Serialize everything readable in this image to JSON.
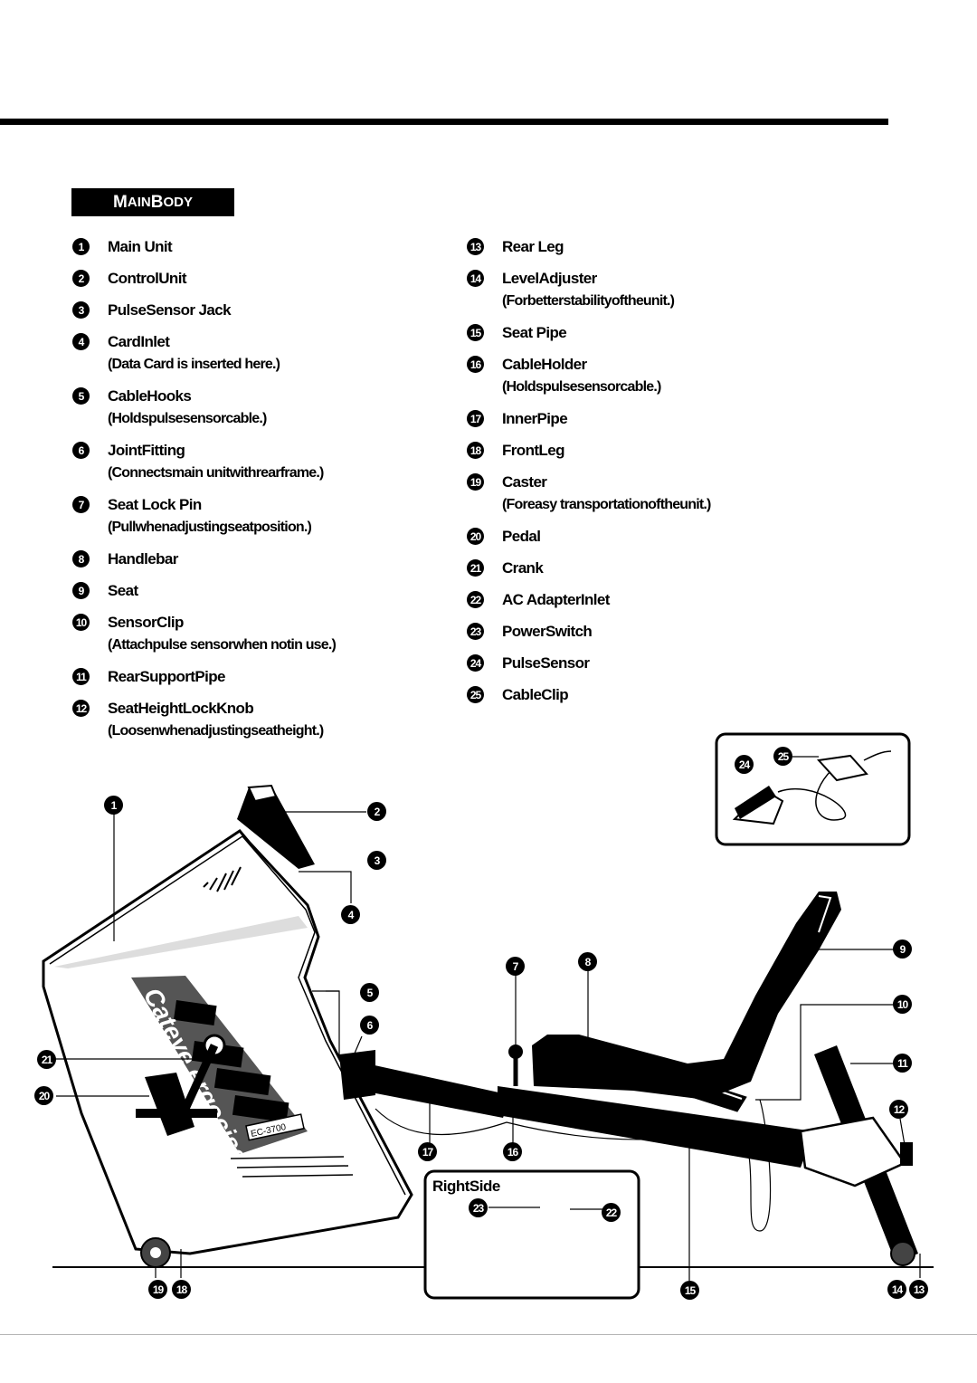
{
  "section_title_lead": "M",
  "section_title_rest": "AIN ",
  "section_title_lead2": "B",
  "section_title_rest2": "ODY",
  "left_items": [
    {
      "num": "1",
      "name": "Main Unit",
      "note": ""
    },
    {
      "num": "2",
      "name": "ControlUnit",
      "note": ""
    },
    {
      "num": "3",
      "name": "PulseSensor Jack",
      "note": ""
    },
    {
      "num": "4",
      "name": "CardInlet",
      "note": "(Data Card is inserted here.)"
    },
    {
      "num": "5",
      "name": "CableHooks",
      "note": "(Holdspulsesensorcable.)"
    },
    {
      "num": "6",
      "name": "JointFitting",
      "note": "(Connectsmain unitwithrearframe.)"
    },
    {
      "num": "7",
      "name": "Seat Lock Pin",
      "note": "(Pullwhenadjustingseatposition.)"
    },
    {
      "num": "8",
      "name": "Handlebar",
      "note": ""
    },
    {
      "num": "9",
      "name": "Seat",
      "note": ""
    },
    {
      "num": "10",
      "name": "SensorClip",
      "note": "(Attachpulse sensorwhen notin use.)"
    },
    {
      "num": "11",
      "name": "RearSupportPipe",
      "note": ""
    },
    {
      "num": "12",
      "name": "SeatHeightLockKnob",
      "note": "(Loosenwhenadjustingseatheight.)"
    }
  ],
  "right_items": [
    {
      "num": "13",
      "name": "Rear Leg",
      "note": ""
    },
    {
      "num": "14",
      "name": "LevelAdjuster",
      "note": "(Forbetterstabilityoftheunit.)"
    },
    {
      "num": "15",
      "name": "Seat Pipe",
      "note": ""
    },
    {
      "num": "16",
      "name": "CableHolder",
      "note": "(Holdspulsesensorcable.)"
    },
    {
      "num": "17",
      "name": "InnerPipe",
      "note": ""
    },
    {
      "num": "18",
      "name": "FrontLeg",
      "note": ""
    },
    {
      "num": "19",
      "name": "Caster",
      "note": "(Foreasy transportationoftheunit.)"
    },
    {
      "num": "20",
      "name": "Pedal",
      "note": ""
    },
    {
      "num": "21",
      "name": "Crank",
      "note": ""
    },
    {
      "num": "22",
      "name": "AC AdapterInlet",
      "note": ""
    },
    {
      "num": "23",
      "name": "PowerSwitch",
      "note": ""
    },
    {
      "num": "24",
      "name": "PulseSensor",
      "note": ""
    },
    {
      "num": "25",
      "name": "CableClip",
      "note": ""
    }
  ],
  "diagram": {
    "brand": "Cateye ergociser",
    "model": "EC-3700",
    "right_side_label": "RightSide",
    "callouts": [
      "1",
      "2",
      "3",
      "4",
      "5",
      "6",
      "7",
      "8",
      "9",
      "10",
      "11",
      "12",
      "13",
      "14",
      "15",
      "16",
      "17",
      "18",
      "19",
      "20",
      "21",
      "22",
      "23",
      "24",
      "25"
    ]
  }
}
